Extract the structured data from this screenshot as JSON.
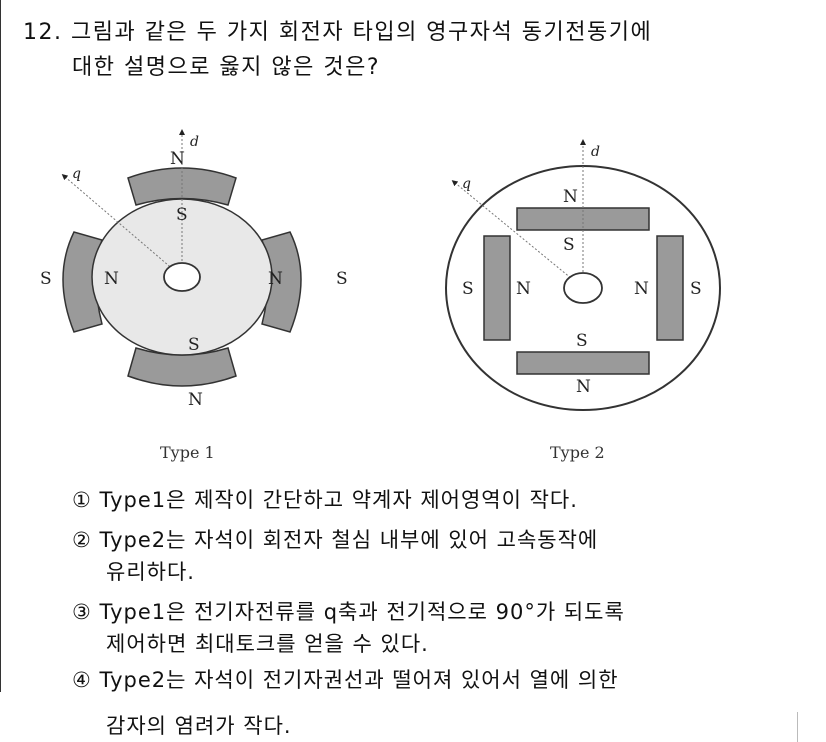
{
  "question": {
    "line1": "12. 그림과 같은 두 가지 회전자 타입의 영구자석 동기전동기에",
    "line2": "대한 설명으로 옳지 않은 것은?"
  },
  "figure": {
    "type1": {
      "caption": "Type 1",
      "axis_d": "d",
      "axis_q": "q",
      "magnet_labels": {
        "top_outer": "N",
        "top_inner": "S",
        "left_outer": "S",
        "left_inner": "N",
        "right_outer": "S",
        "right_inner": "N",
        "bottom_inner": "S",
        "bottom_outer": "N"
      }
    },
    "type2": {
      "caption": "Type 2",
      "axis_d": "d",
      "axis_q": "q",
      "magnet_labels": {
        "top_outer": "N",
        "top_inner": "S",
        "left_outer": "S",
        "left_inner": "N",
        "right_outer": "S",
        "right_inner": "N",
        "bottom_inner": "S",
        "bottom_outer": "N"
      }
    }
  },
  "options": [
    {
      "mark": "①",
      "text": "Type1은 제작이 간단하고 약계자 제어영역이 작다.",
      "cont": ""
    },
    {
      "mark": "②",
      "text": "Type2는 자석이 회전자 철심 내부에 있어 고속동작에",
      "cont": "유리하다."
    },
    {
      "mark": "③",
      "text": "Type1은 전기자전류를 q축과 전기적으로 90°가 되도록",
      "cont": "제어하면 최대토크를 얻을 수 있다."
    },
    {
      "mark": "④",
      "text": "Type2는 자석이 전기자권선과 떨어져 있어서 열에 의한",
      "cont": "감자의 염려가 작다."
    }
  ]
}
